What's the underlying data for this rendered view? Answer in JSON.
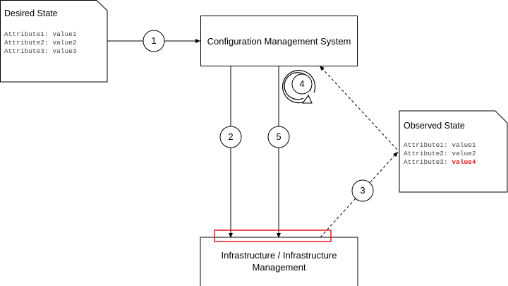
{
  "desired_state": {
    "title": "Desired State",
    "attributes": [
      {
        "key": "Attribute1:",
        "value": "value1"
      },
      {
        "key": "Attribute2:",
        "value": "value2"
      },
      {
        "key": "Attribute3:",
        "value": "value3"
      }
    ]
  },
  "cms": {
    "label": "Configuration Management System"
  },
  "observed_state": {
    "title": "Observed State",
    "attributes": [
      {
        "key": "Attribute1:",
        "value": "value1"
      },
      {
        "key": "Attribute2:",
        "value": "value2"
      },
      {
        "key": "Attribute3:",
        "value": "value4",
        "changed": true
      }
    ]
  },
  "infra": {
    "label_line1": "Infrastructure / Infrastructure",
    "label_line2": "Management"
  },
  "steps": [
    "1",
    "2",
    "3",
    "4",
    "5"
  ],
  "colors": {
    "line": "#000000",
    "highlight": "#e8171b",
    "changed_value": "#e8171b"
  }
}
